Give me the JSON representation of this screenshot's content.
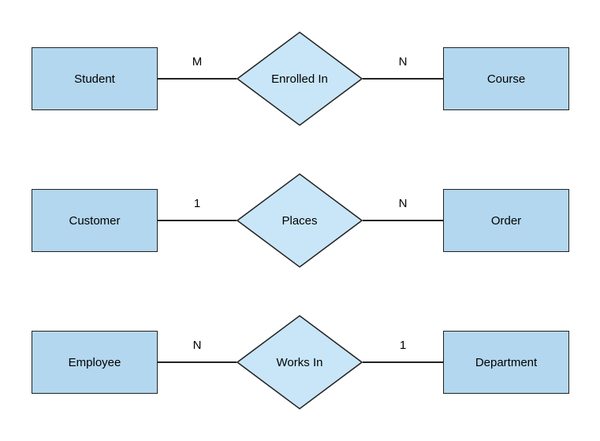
{
  "diagram": {
    "type": "entity-relationship-diagram",
    "colors": {
      "entity_fill": "#b3d7ee",
      "relationship_fill": "#c9e6f8",
      "stroke": "#222222",
      "text_color": "#000000",
      "background": "#ffffff"
    },
    "rows": [
      {
        "left_entity": "Student",
        "left_cardinality": "M",
        "relationship": "Enrolled In",
        "right_cardinality": "N",
        "right_entity": "Course"
      },
      {
        "left_entity": "Customer",
        "left_cardinality": "1",
        "relationship": "Places",
        "right_cardinality": "N",
        "right_entity": "Order"
      },
      {
        "left_entity": "Employee",
        "left_cardinality": "N",
        "relationship": "Works In",
        "right_cardinality": "1",
        "right_entity": "Department"
      }
    ]
  }
}
